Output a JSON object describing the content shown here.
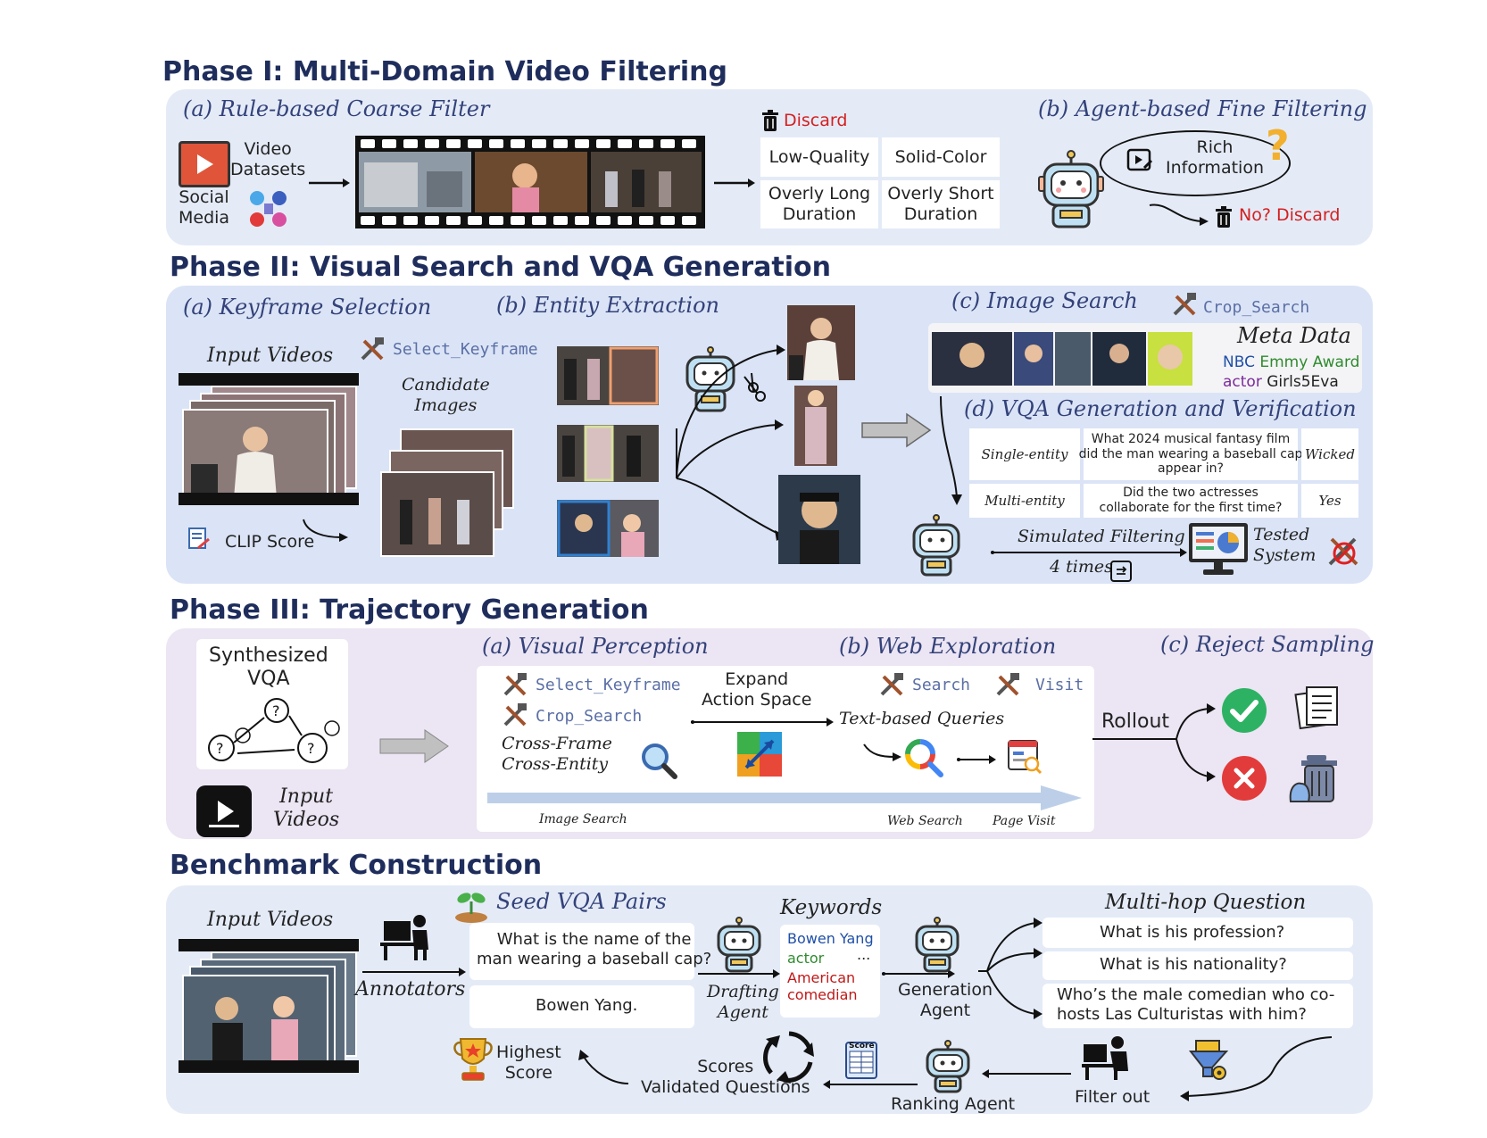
{
  "phase1": {
    "title": "Phase I: Multi-Domain Video Filtering",
    "coarse_title": "(a) Rule-based Coarse Filter",
    "fine_title": "(b) Agent-based Fine Filtering",
    "video_datasets": "Video\nDatasets",
    "social_media": "Social\nMedia",
    "discard": "Discard",
    "filters": [
      "Low-Quality",
      "Solid-Color",
      "Overly Long\nDuration",
      "Overly Short\nDuration"
    ],
    "rich_info": "Rich\nInformation",
    "no_discard": "No? Discard"
  },
  "phase2": {
    "title": "Phase II: Visual Search and VQA Generation",
    "keyframe_title": "(a) Keyframe Selection",
    "entity_title": "(b) Entity Extraction",
    "image_search_title": "(c) Image Search",
    "vqa_title": "(d) VQA Generation and Verification",
    "input_videos": "Input Videos",
    "select_keyframe": "Select_Keyframe",
    "candidate_images": "Candidate\nImages",
    "clip_score": "CLIP Score",
    "crop_search": "Crop_Search",
    "meta_data": "Meta Data",
    "meta_line1": {
      "a": "NBC",
      "b": "Emmy Award"
    },
    "meta_line2": {
      "a": "actor",
      "b": "Girls5Eva"
    },
    "vqa_rows": [
      {
        "type": "Single-entity",
        "question": "What 2024 musical fantasy film\ndid the man wearing a baseball cap\nappear in?",
        "answer": "Wicked"
      },
      {
        "type": "Multi-entity",
        "question": "Did the two actresses\ncollaborate for the first time?",
        "answer": "Yes"
      }
    ],
    "simulated_filtering": "Simulated Filtering",
    "times": "4 times",
    "tested_system": "Tested\nSystem"
  },
  "phase3": {
    "title": "Phase III: Trajectory Generation",
    "synth_vqa": "Synthesized\nVQA",
    "input_videos": "Input\nVideos",
    "visual_title": "(a) Visual Perception",
    "web_title": "(b) Web Exploration",
    "reject_title": "(c) Reject Sampling",
    "select_keyframe": "Select_Keyframe",
    "crop_search": "Crop_Search",
    "cross": "Cross-Frame\nCross-Entity",
    "expand": "Expand\nAction Space",
    "search": "Search",
    "visit": "Visit",
    "text_queries": "Text-based Queries",
    "image_search": "Image Search",
    "web_search": "Web Search",
    "page_visit": "Page Visit",
    "rollout": "Rollout"
  },
  "bench": {
    "title": "Benchmark Construction",
    "input_videos": "Input Videos",
    "annotators": "Annotators",
    "seed_title": "Seed VQA Pairs",
    "seed_q": "What is the name of the\nman wearing a baseball cap?",
    "seed_a": "Bowen Yang.",
    "keywords_title": "Keywords",
    "keywords": [
      "Bowen Yang",
      "actor",
      "American\ncomedian"
    ],
    "ellipsis": "...",
    "drafting": "Drafting\nAgent",
    "generation": "Generation\nAgent",
    "multihop_title": "Multi-hop Question",
    "multihop": [
      "What is his profession?",
      "What is his nationality?",
      "Who’s the male comedian who co-\nhosts Las Culturistas with him?"
    ],
    "highest": "Highest\nScore",
    "scores": "Scores\nValidated Questions",
    "ranking": "Ranking Agent",
    "filter_out": "Filter out",
    "score_icon": "Score"
  },
  "colors": {
    "title": "#1f2d5c",
    "subtitle": "#33427a",
    "tool": "#5b6fa6",
    "discard": "#d42020",
    "green": "#2e8b2e",
    "purple": "#7a2a9a",
    "blue": "#1f4fa8"
  }
}
